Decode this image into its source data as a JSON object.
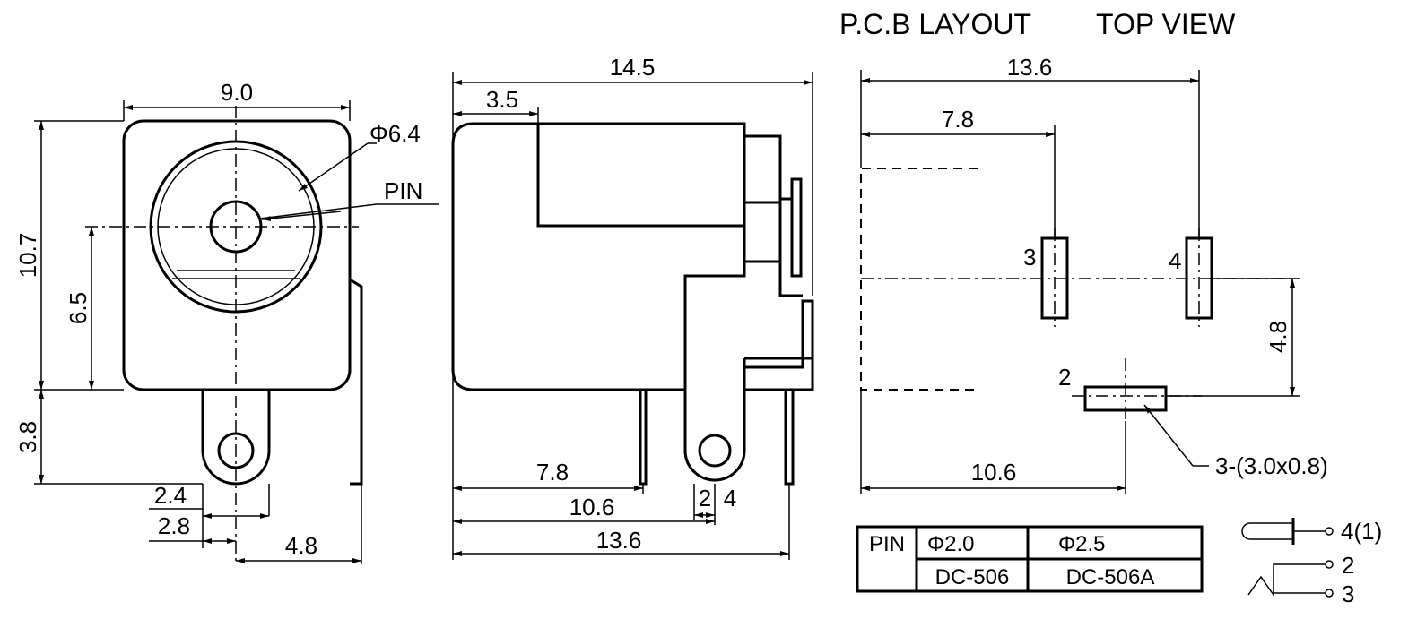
{
  "titles": {
    "pcb_layout": "P.C.B LAYOUT",
    "top_view": "TOP VIEW"
  },
  "front_view": {
    "width": "9.0",
    "outer_diameter": "Φ6.4",
    "pin": "PIN",
    "height": "10.7",
    "center_height": "6.5",
    "leg": "3.8",
    "d1": "2.4",
    "d2": "2.8",
    "d3": "4.8"
  },
  "side_view": {
    "overall": "14.5",
    "front": "3.5",
    "d1": "7.8",
    "d2": "10.6",
    "d3": "13.6",
    "d4a": "2",
    "d4b": "4"
  },
  "pcb": {
    "width": "13.6",
    "d1": "7.8",
    "d2": "10.6",
    "d3": "4.8",
    "pin3": "3",
    "pin4": "4",
    "pin2": "2",
    "pad_note": "3-(3.0x0.8)"
  },
  "table": {
    "head": "PIN",
    "col1": "Φ2.0",
    "col2": "Φ2.5",
    "row1": "DC-506",
    "row2": "DC-506A"
  },
  "schematic": {
    "t1": "4(1)",
    "t2": "2",
    "t3": "3"
  }
}
